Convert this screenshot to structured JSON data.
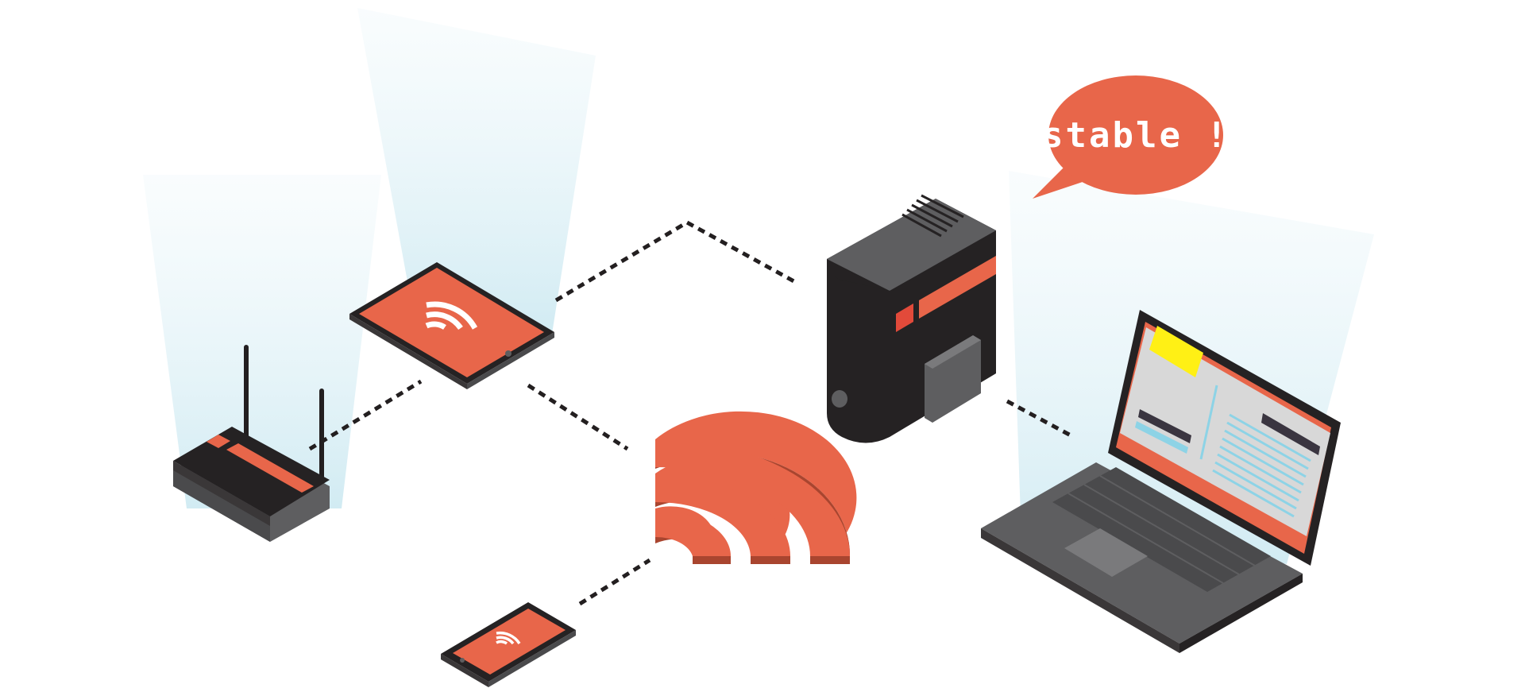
{
  "speech_bubble": {
    "text": "stable !"
  },
  "devices": [
    "router",
    "tablet",
    "server-tower",
    "laptop",
    "smartphone",
    "wifi-signal"
  ],
  "colors": {
    "accent": "#E8664A",
    "accent_dark": "#A9452F",
    "device_dark": "#252223",
    "device_grey": "#5E5E60",
    "device_light_grey": "#7A7A7C",
    "glow": "#D6EEF4",
    "screen_yellow": "#FFF015",
    "screen_blue": "#8DD3E6",
    "connector": "#231F20"
  }
}
